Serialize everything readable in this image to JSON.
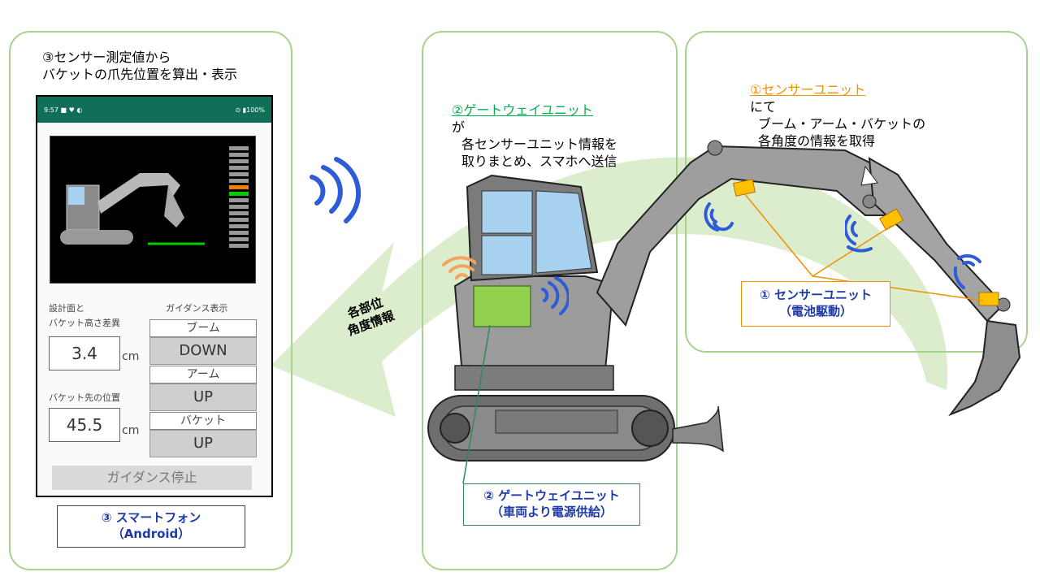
{
  "left_panel": {
    "caption_line1": "③センサー測定値から",
    "caption_line2": "バケットの爪先位置を算出・表示",
    "phone_status": {
      "time": "9:57",
      "icons": "■ ♥ ◐",
      "battery": "⊙ ▮100%"
    },
    "diff_label_line1": "設計面と",
    "diff_label_line2": "バケット高さ差異",
    "diff_value": "3.4",
    "diff_unit": "cm",
    "pos_label": "バケット先の位置",
    "pos_value": "45.5",
    "pos_unit": "cm",
    "guidance_title": "ガイダンス表示",
    "guidance": [
      {
        "part": "ブーム",
        "state": "DOWN"
      },
      {
        "part": "アーム",
        "state": "UP"
      },
      {
        "part": "バケット",
        "state": "UP"
      }
    ],
    "stop_button": "ガイダンス停止",
    "device_label_line1": "③ スマートフォン",
    "device_label_line2": "（Android）"
  },
  "arrow_label_line1": "各部位",
  "arrow_label_line2": "角度情報",
  "middle_panel": {
    "caption_link": "②ゲートウェイユニット",
    "caption_suffix": "が",
    "caption_line2": "各センサーユニット情報を",
    "caption_line3": "取りまとめ、スマホへ送信",
    "label_line1": "② ゲートウェイユニット",
    "label_line2": "（車両より電源供給）"
  },
  "right_panel": {
    "caption_link": "①センサーユニット",
    "caption_suffix": "にて",
    "caption_line2": "ブーム・アーム・バケットの",
    "caption_line3": "各角度の情報を取得",
    "label_line1": "① センサーユニット",
    "label_line2": "（電池駆動）"
  },
  "colors": {
    "panel_border": "#a9d18e",
    "arrow_fill": "#d9ecc9",
    "sensor": "#ffc000",
    "gateway": "#92d050",
    "wifi": "#2e5bd6",
    "wifi_gateway": "#f4a460",
    "label_text": "#1f3aa8",
    "level_orange": "#f08000",
    "level_green": "#00cc00"
  },
  "icons": [
    "wifi-icon",
    "smartphone",
    "excavator"
  ]
}
